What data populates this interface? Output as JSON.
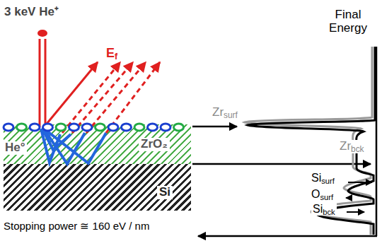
{
  "diagram": {
    "nodes": [
      {
        "text": [
          "ZrO₂"
        ]
      },
      {
        "text": [
          "Si"
        ]
      }
    ],
    "edges": [],
    "labels": [
      "3 keV He⁺",
      "Ef",
      "He°",
      "Final Energy",
      "Zrsurf",
      "Zrbck",
      "Sisurf",
      "Osurf",
      "Sibck",
      "Stopping power ≅ 160 eV / nm"
    ]
  }
}
